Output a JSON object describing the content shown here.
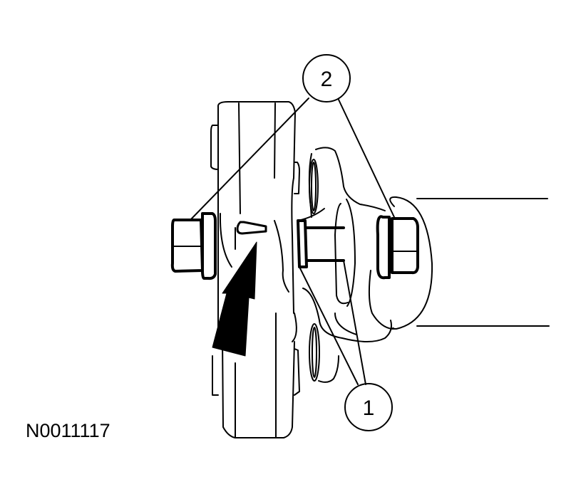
{
  "figure": {
    "reference_id": "N0011117",
    "description": "Flexible coupling (driveshaft flex disc) with bolts and nuts; arrow indicating alignment mark",
    "callouts": [
      {
        "number": "1",
        "target": "coupling bolts / bushings"
      },
      {
        "number": "2",
        "target": "coupling nuts"
      }
    ],
    "colors": {
      "line": "#000000",
      "background": "#ffffff"
    }
  }
}
